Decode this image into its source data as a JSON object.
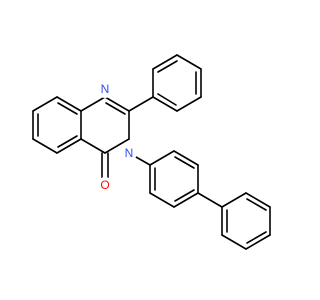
{
  "molecule": {
    "atoms": [
      {
        "symbol": "N",
        "color": "#3050F8"
      },
      {
        "symbol": "N",
        "color": "#3050F8"
      },
      {
        "symbol": "O",
        "color": "#FF0D0D"
      }
    ],
    "bond_color": "#000000",
    "background": "#ffffff"
  }
}
